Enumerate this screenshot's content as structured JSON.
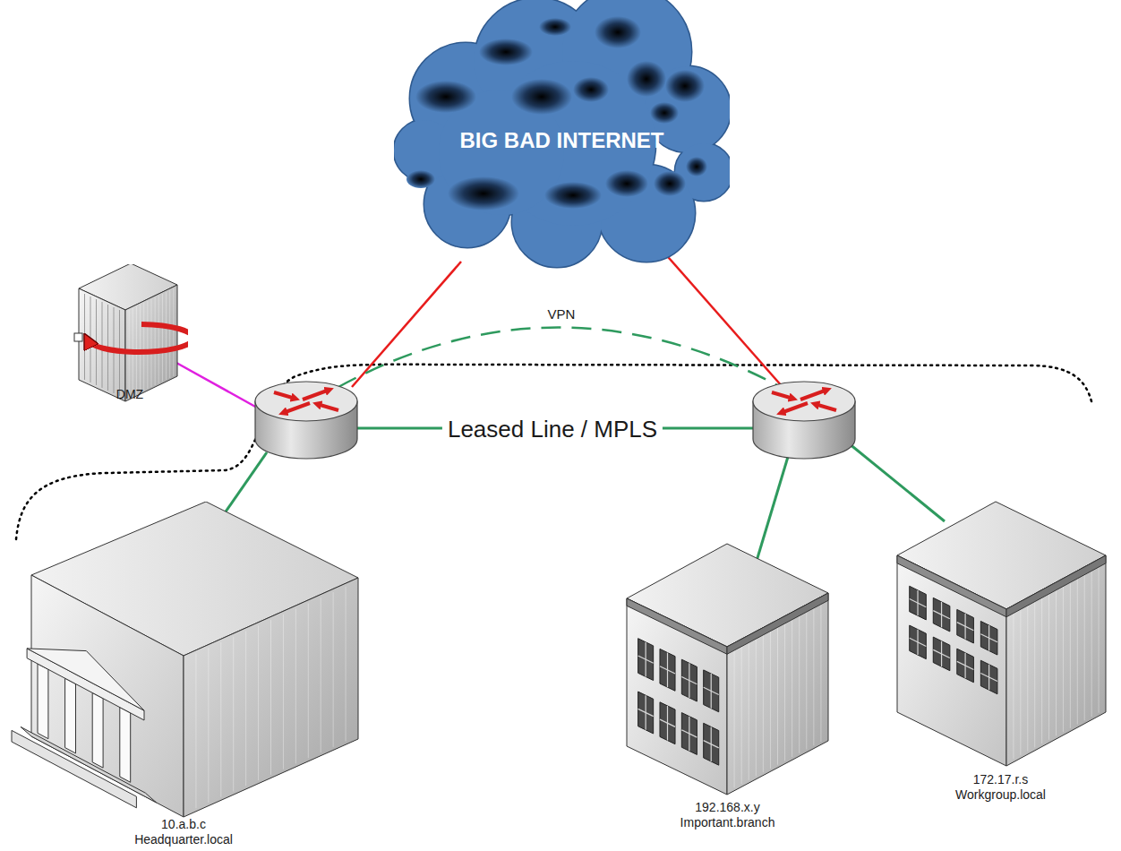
{
  "diagram": {
    "nodes": [
      {
        "text": [
          "BIG BAD INTERNET"
        ]
      },
      {
        "text": [
          "DMZ"
        ]
      },
      {
        "text": [
          "10.a.b.c",
          "Headquarter.local"
        ]
      },
      {
        "text": [
          "192.168.x.y",
          "Important.branch"
        ]
      },
      {
        "text": [
          "172.17.r.s",
          "Workgroup.local"
        ]
      }
    ],
    "labels": [
      "VPN",
      "Leased Line / MPLS"
    ]
  }
}
